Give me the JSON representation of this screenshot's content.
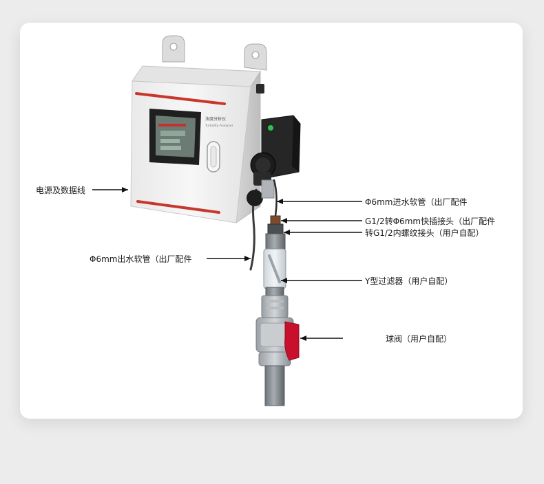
{
  "device": {
    "panel_title": "浊度分析仪",
    "panel_subtitle": "Turbidity Analyzer"
  },
  "labels": {
    "power_data_cable": "电源及数据线",
    "inlet_tube": "Φ6mm进水软管（出厂配件",
    "quick_connector": "G1/2转Φ6mm快插接头（出厂配件",
    "thread_adapter": "转G1/2内螺纹接头（用户自配）",
    "outlet_tube": "Φ6mm出水软管（出厂配件",
    "y_filter": "Y型过滤器（用户自配）",
    "ball_valve": "球阀（用户自配）"
  },
  "colors": {
    "accent_red": "#c8372d",
    "valve_red": "#c8102e",
    "panel_white": "#f4f4f4",
    "pump_black": "#1c1c1c",
    "pvc_gray": "#8e9398"
  }
}
